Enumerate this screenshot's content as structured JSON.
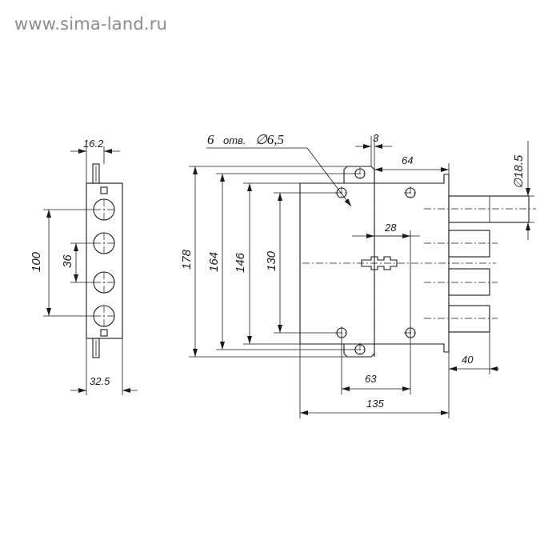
{
  "watermark": "www.sima-land.ru",
  "note": {
    "count": "6",
    "abbr": "отв.",
    "diameter": "∅6,5"
  },
  "dims": {
    "d_16_2": "16.2",
    "d_100": "100",
    "d_36": "36",
    "d_32_5": "32.5",
    "d_178": "178",
    "d_164": "164",
    "d_146": "146",
    "d_130": "130",
    "d_3": "3",
    "d_64": "64",
    "d_18_5": "∅18.5",
    "d_28": "28",
    "d_63": "63",
    "d_135": "135",
    "d_40": "40"
  }
}
